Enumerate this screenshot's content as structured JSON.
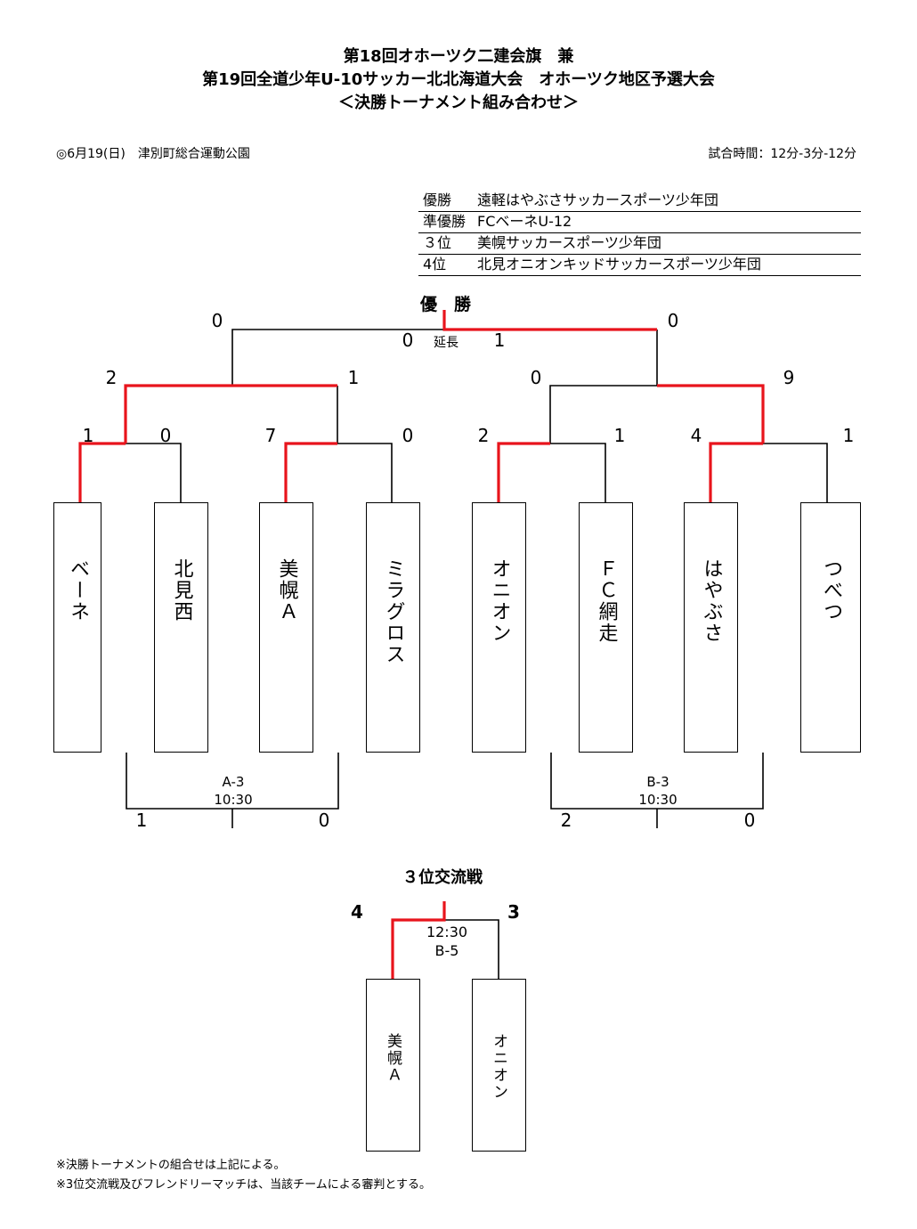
{
  "header": {
    "line1": "第18回オホーツク二建会旗　兼",
    "line2": "第19回全道少年U-10サッカー北北海道大会　オホーツク地区予選大会",
    "line3": "＜決勝トーナメント組み合わせ＞"
  },
  "info": {
    "venue": "◎6月19(日)　津別町総合運動公園",
    "match_time": "試合時間：12分-3分-12分"
  },
  "results": [
    {
      "rank": "優勝",
      "team": "遠軽はやぶさサッカースポーツ少年団"
    },
    {
      "rank": "準優勝",
      "team": "FCベーネU-12"
    },
    {
      "rank": "３位",
      "team": "美幌サッカースポーツ少年団"
    },
    {
      "rank": "4位",
      "team": "北見オニオンキッドサッカースポーツ少年団"
    }
  ],
  "bracket": {
    "champion_label": "優　勝",
    "final": {
      "left_score": "0",
      "right_score": "0",
      "et_left": "0",
      "et_label": "延長",
      "et_right": "1"
    },
    "semis": [
      {
        "left_score": "2",
        "right_score": "1"
      },
      {
        "left_score": "0",
        "right_score": "9"
      }
    ],
    "round1": [
      {
        "left_score": "1",
        "right_score": "0"
      },
      {
        "left_score": "7",
        "right_score": "0"
      },
      {
        "left_score": "2",
        "right_score": "1"
      },
      {
        "left_score": "4",
        "right_score": "1"
      }
    ],
    "teams": [
      "ベーネ",
      "北見西",
      "美幌Ａ",
      "ミラグロス",
      "オニオン",
      "ＦＣ網走",
      "はやぶさ",
      "つべつ"
    ],
    "friendlies": [
      {
        "court": "A-3",
        "time": "10:30",
        "left_score": "1",
        "right_score": "0"
      },
      {
        "court": "B-3",
        "time": "10:30",
        "left_score": "2",
        "right_score": "0"
      }
    ]
  },
  "third_place": {
    "title": "３位交流戦",
    "left_score": "4",
    "right_score": "3",
    "time": "12:30",
    "court": "B-5",
    "teams": [
      "美幌Ａ",
      "オニオン"
    ]
  },
  "notes": [
    "※決勝トーナメントの組合せは上記による。",
    "※3位交流戦及びフレンドリーマッチは、当該チームによる審判とする。"
  ],
  "colors": {
    "winner_line": "#e8141c",
    "line": "#000000"
  }
}
